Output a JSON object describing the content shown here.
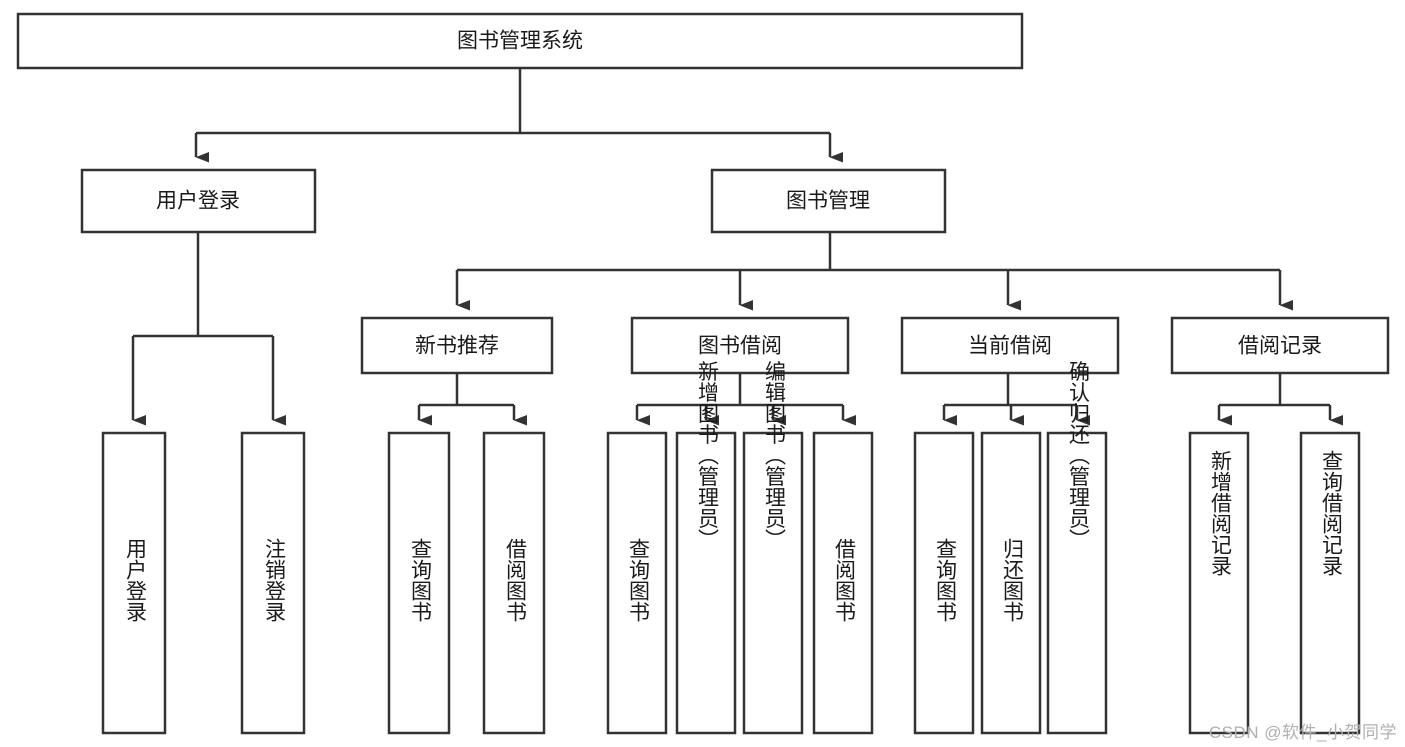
{
  "diagram": {
    "type": "tree-hierarchy",
    "title": "图书管理系统",
    "watermark": "CSDN @软件_小贺同学",
    "colors": {
      "box_fill": "#ffffff",
      "box_stroke": "#333333",
      "text": "#1a1a1a",
      "watermark": "#b0b0b0",
      "background": "#ffffff"
    },
    "nodes": {
      "root": {
        "label": "图书管理系统",
        "level": 1,
        "orientation": "horizontal"
      },
      "l2": [
        {
          "id": "user-login",
          "label": "用户登录",
          "level": 2,
          "orientation": "horizontal"
        },
        {
          "id": "book-manage",
          "label": "图书管理",
          "level": 2,
          "orientation": "horizontal"
        }
      ],
      "l3": [
        {
          "id": "new-book-recommend",
          "label": "新书推荐",
          "level": 3,
          "orientation": "horizontal",
          "parent": "book-manage"
        },
        {
          "id": "book-borrow",
          "label": "图书借阅",
          "level": 3,
          "orientation": "horizontal",
          "parent": "book-manage"
        },
        {
          "id": "current-borrow",
          "label": "当前借阅",
          "level": 3,
          "orientation": "horizontal",
          "parent": "book-manage"
        },
        {
          "id": "borrow-record",
          "label": "借阅记录",
          "level": 3,
          "orientation": "horizontal",
          "parent": "book-manage"
        }
      ],
      "leaves": [
        {
          "id": "leaf-user-login",
          "label": "用户登录",
          "parent": "user-login",
          "orientation": "vertical"
        },
        {
          "id": "leaf-logout",
          "label": "注销登录",
          "parent": "user-login",
          "orientation": "vertical"
        },
        {
          "id": "leaf-query-book-1",
          "label": "查询图书",
          "parent": "new-book-recommend",
          "orientation": "vertical"
        },
        {
          "id": "leaf-borrow-book-1",
          "label": "借阅图书",
          "parent": "new-book-recommend",
          "orientation": "vertical"
        },
        {
          "id": "leaf-query-book-2",
          "label": "查询图书",
          "parent": "book-borrow",
          "orientation": "vertical"
        },
        {
          "id": "leaf-add-book",
          "label": "新增图书（管理员）",
          "parent": "book-borrow",
          "orientation": "vertical"
        },
        {
          "id": "leaf-edit-book",
          "label": "编辑图书（管理员）",
          "parent": "book-borrow",
          "orientation": "vertical"
        },
        {
          "id": "leaf-borrow-book-2",
          "label": "借阅图书",
          "parent": "book-borrow",
          "orientation": "vertical"
        },
        {
          "id": "leaf-query-book-3",
          "label": "查询图书",
          "parent": "current-borrow",
          "orientation": "vertical"
        },
        {
          "id": "leaf-return-book",
          "label": "归还图书",
          "parent": "current-borrow",
          "orientation": "vertical"
        },
        {
          "id": "leaf-confirm-return",
          "label": "确认归还（管理员）",
          "parent": "current-borrow",
          "orientation": "vertical"
        },
        {
          "id": "leaf-add-record",
          "label": "新增借阅记录",
          "parent": "borrow-record",
          "orientation": "vertical"
        },
        {
          "id": "leaf-query-record",
          "label": "查询借阅记录",
          "parent": "borrow-record",
          "orientation": "vertical"
        }
      ]
    }
  }
}
